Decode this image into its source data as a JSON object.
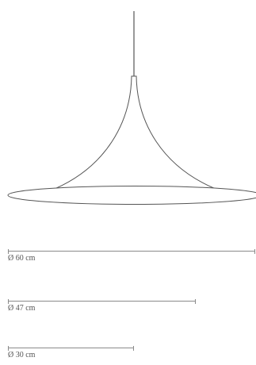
{
  "product_drawing": {
    "icon": "pendant-lamp-line-drawing",
    "stroke_color": "#555555"
  },
  "sizes": [
    {
      "label": "Ø 60 cm",
      "diameter_cm": 60
    },
    {
      "label": "Ø 47 cm",
      "diameter_cm": 47
    },
    {
      "label": "Ø 30 cm",
      "diameter_cm": 30
    }
  ]
}
